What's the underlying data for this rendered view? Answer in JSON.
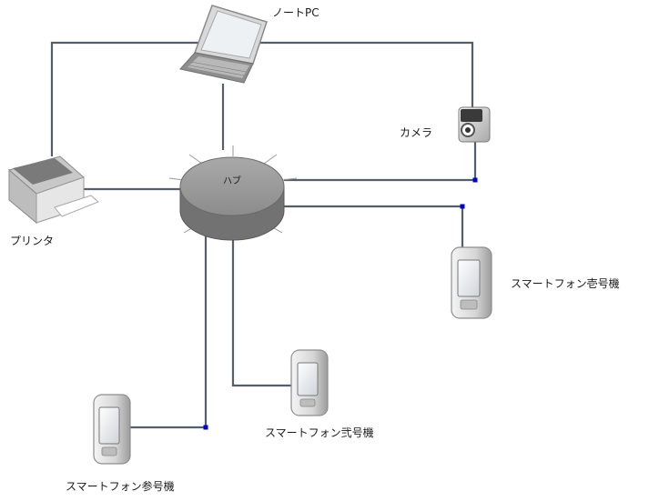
{
  "diagram": {
    "colors": {
      "connector": "#555f6b",
      "hub_top": "#9a9a9a",
      "hub_side": "#6f6f6f",
      "endpoint": "#0000cc"
    },
    "hub": {
      "label_line1": "ハブ",
      "label_line2": ""
    },
    "nodes": {
      "laptop": {
        "label": "ノートPC",
        "icon": "laptop-icon"
      },
      "camera": {
        "label": "カメラ",
        "icon": "camera-icon"
      },
      "printer": {
        "label": "プリンタ",
        "icon": "printer-icon"
      },
      "phone1": {
        "label": "スマートフォン壱号機",
        "icon": "smartphone-icon"
      },
      "phone2": {
        "label": "スマートフォン弐号機",
        "icon": "smartphone-icon"
      },
      "phone3": {
        "label": "スマートフォン参号機",
        "icon": "smartphone-icon"
      }
    }
  }
}
